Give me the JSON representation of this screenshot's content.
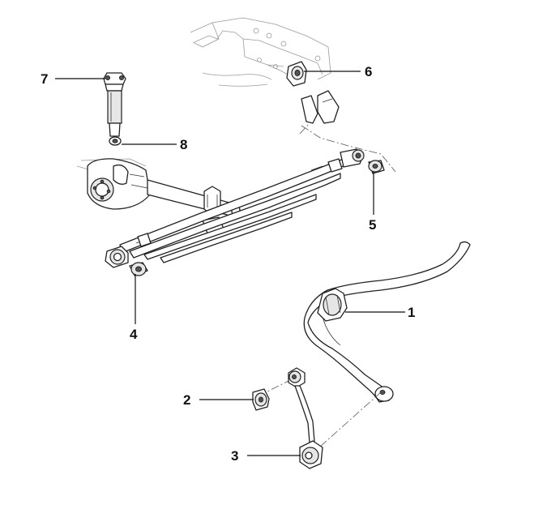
{
  "callouts": [
    {
      "id": "1",
      "label": "1"
    },
    {
      "id": "2",
      "label": "2"
    },
    {
      "id": "3",
      "label": "3"
    },
    {
      "id": "4",
      "label": "4"
    },
    {
      "id": "5",
      "label": "5"
    },
    {
      "id": "6",
      "label": "6"
    },
    {
      "id": "7",
      "label": "7"
    },
    {
      "id": "8",
      "label": "8"
    }
  ],
  "colors": {
    "ink": "#111111",
    "background": "#ffffff",
    "shading": "#e6e6e6",
    "faint_lines": "#9a9a9a"
  }
}
